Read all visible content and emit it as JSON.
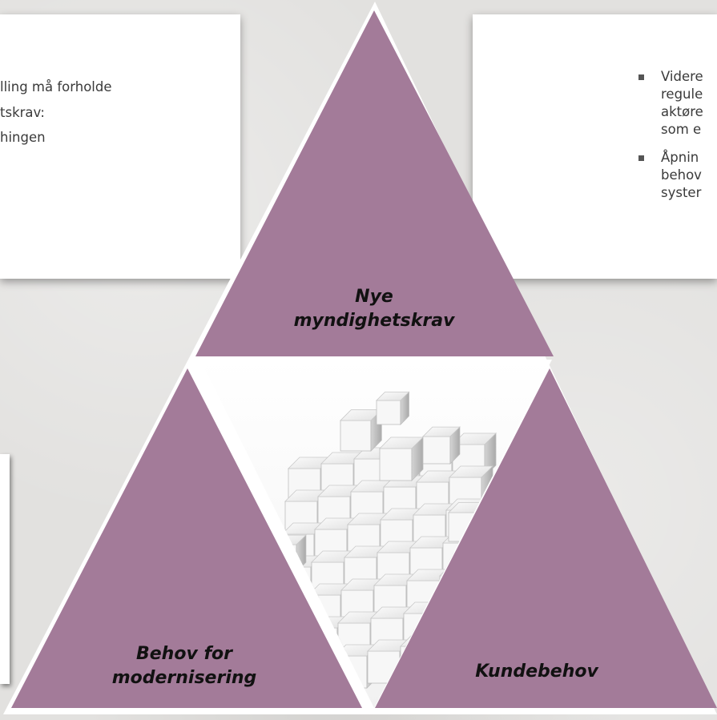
{
  "left_panel": {
    "lines": [
      "lling må forholde",
      "tskrav:",
      "hingen"
    ]
  },
  "right_panel": {
    "bullets": [
      {
        "lines": [
          "Videre",
          "regule",
          "aktøre",
          "som e"
        ]
      },
      {
        "lines": [
          "Åpnin",
          "behov",
          "syster"
        ]
      }
    ]
  },
  "diagram": {
    "top_label": [
      "Nye",
      "myndighetskrav"
    ],
    "left_label": [
      "Behov for",
      "modernisering"
    ],
    "right_label": [
      "Kundebehov"
    ],
    "center_image": "white-cubes-image"
  },
  "colors": {
    "triangle_fill": "#a37b99",
    "panel_bg": "#ffffff",
    "background": "#e2e1df"
  }
}
